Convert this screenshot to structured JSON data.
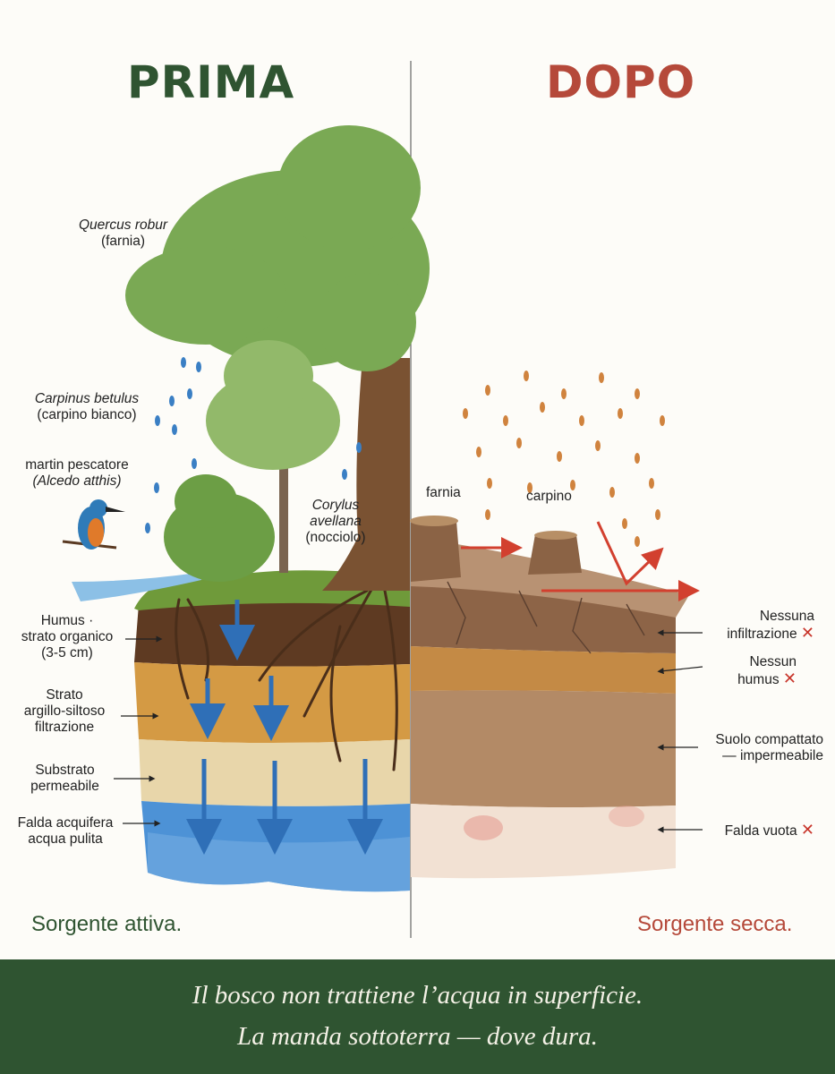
{
  "headings": {
    "before": "PRIMA",
    "after": "DOPO"
  },
  "left_labels": {
    "oak_latin": "Quercus robur",
    "oak_common": "(farnia)",
    "hornbeam_latin": "Carpinus betulus",
    "hornbeam_common": "(carpino bianco)",
    "kingfisher_common": "martin pescatore",
    "kingfisher_latin": "(Alcedo atthis)",
    "hazel_latin_1": "Corylus",
    "hazel_latin_2": "avellana",
    "hazel_common": "(nocciolo)"
  },
  "left_layers": {
    "humus_1": "Humus ·",
    "humus_2": "strato organico",
    "humus_3": "(3-5 cm)",
    "clay_1": "Strato",
    "clay_2": "argillo-siltoso",
    "clay_3": "filtrazione",
    "substrate_1": "Substrato",
    "substrate_2": "permeabile",
    "aquifer_1": "Falda acquifera",
    "aquifer_2": "acqua pulita"
  },
  "right_labels": {
    "stump_1": "farnia",
    "stump_2": "carpino"
  },
  "right_layers": {
    "no_infiltration_1": "Nessuna",
    "no_infiltration_2": "infiltrazione",
    "no_humus_1": "Nessun",
    "no_humus_2": "humus",
    "compacted_1": "Suolo compattato",
    "compacted_2": "— impermeabile",
    "empty_aquifer": "Falda vuota"
  },
  "status": {
    "before": "Sorgente attiva.",
    "after": "Sorgente secca."
  },
  "footer": {
    "line_1": "Il bosco non trattiene l’acqua in superficie.",
    "line_2": "La manda sottoterra — dove dura."
  },
  "colors": {
    "before_green": "#2f5431",
    "after_red": "#b5493a",
    "banner": "#2f5431",
    "water_blue": "#3a7fc4",
    "arrow_red": "#d2402f",
    "x_red": "#c8342a"
  },
  "icons": [
    "raindrop-icon",
    "down-arrow-icon",
    "runoff-arrow-icon",
    "x-mark-icon",
    "kingfisher-icon",
    "tree-icon",
    "stump-icon"
  ]
}
